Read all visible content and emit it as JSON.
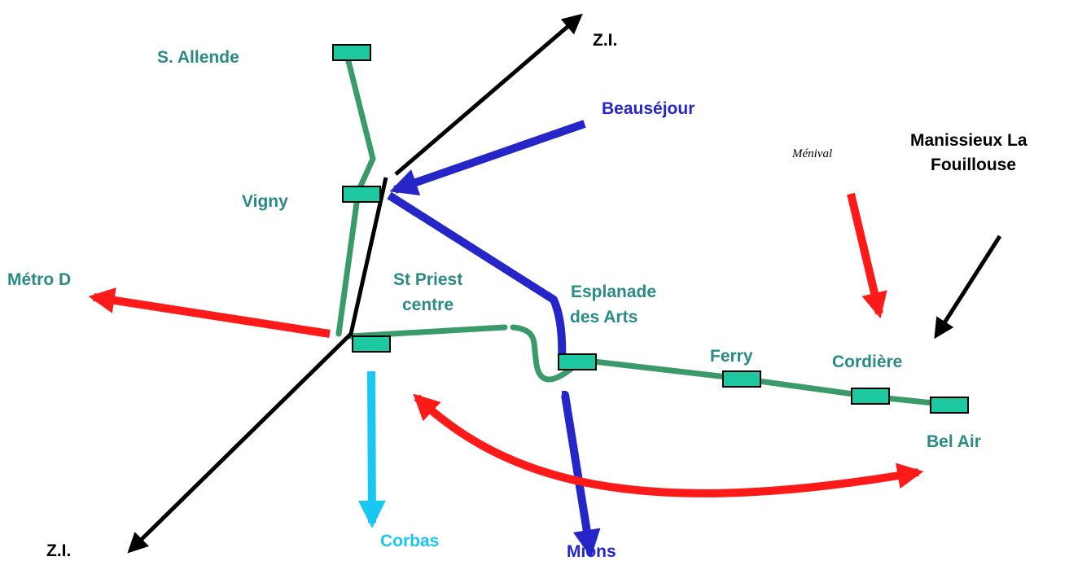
{
  "labels": {
    "s_allende": "S. Allende",
    "zi_top": "Z.I.",
    "beausejour": "Beauséjour",
    "menival": "Ménival",
    "manissieux_1": "Manissieux La",
    "manissieux_2": "Fouillouse",
    "vigny": "Vigny",
    "metro_d": "Métro D",
    "st_priest_1": "St Priest",
    "st_priest_2": "centre",
    "esplanade_1": "Esplanade",
    "esplanade_2": "des Arts",
    "ferry": "Ferry",
    "cordiere": "Cordière",
    "bel_air": "Bel Air",
    "corbas": "Corbas",
    "mions": "Mions",
    "zi_bottom": "Z.I."
  },
  "colors": {
    "tram_line": "#3a9a6a",
    "station_fill": "#1ec8a0",
    "label_teal": "#2a8a84",
    "blue_route": "#2626c8",
    "red_route": "#ff1a1a",
    "cyan_route": "#18c8f0",
    "black_route": "#000000"
  },
  "icons": [
    "station-marker-icon",
    "arrow-head-icon"
  ]
}
